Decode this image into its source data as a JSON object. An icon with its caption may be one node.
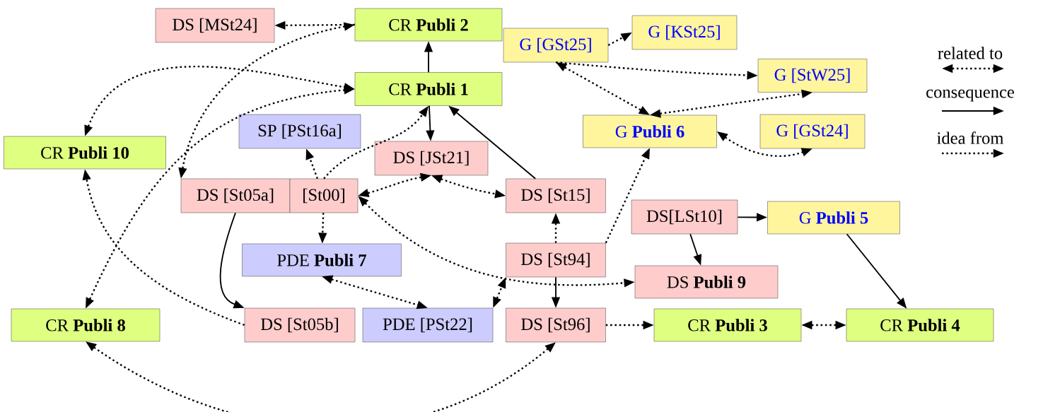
{
  "diagram": {
    "nodes": [
      {
        "text": [
          "DS [MSt24]"
        ]
      },
      {
        "text": [
          "CR **Publi 2**"
        ]
      },
      {
        "text": [
          "G [GSt25]"
        ]
      },
      {
        "text": [
          "G [KSt25]"
        ]
      },
      {
        "text": [
          "CR **Publi 1**"
        ]
      },
      {
        "text": [
          "G [StW25]"
        ]
      },
      {
        "text": [
          "CR **Publi 10**"
        ]
      },
      {
        "text": [
          "SP [PSt16a]"
        ]
      },
      {
        "text": [
          "G **Publi 6**"
        ]
      },
      {
        "text": [
          "G [GSt24]"
        ]
      },
      {
        "text": [
          "DS [JSt21]"
        ]
      },
      {
        "text": [
          "DS [St05a]"
        ]
      },
      {
        "text": [
          "[St00]"
        ]
      },
      {
        "text": [
          "DS [St15]"
        ]
      },
      {
        "text": [
          "DS[LSt10]"
        ]
      },
      {
        "text": [
          "G **Publi 5**"
        ]
      },
      {
        "text": [
          "PDE **Publi 7**"
        ]
      },
      {
        "text": [
          "DS [St94]"
        ]
      },
      {
        "text": [
          "DS **Publi 9**"
        ]
      },
      {
        "text": [
          "CR **Publi 8**"
        ]
      },
      {
        "text": [
          "DS [St05b]"
        ]
      },
      {
        "text": [
          "PDE [PSt22]"
        ]
      },
      {
        "text": [
          "DS [St96]"
        ]
      },
      {
        "text": [
          "CR **Publi 3**"
        ]
      },
      {
        "text": [
          "CR **Publi 4**"
        ]
      }
    ],
    "edges": [
      {
        "from": 1,
        "to": 0,
        "arrow": "to",
        "style": "dashed"
      },
      {
        "from": 11,
        "to": 1,
        "arrow": "both",
        "style": "dashed"
      },
      {
        "from": 4,
        "to": 1,
        "arrow": "to"
      },
      {
        "from": 4,
        "to": 10,
        "arrow": "to"
      },
      {
        "from": 13,
        "to": 4,
        "arrow": "to"
      },
      {
        "from": 6,
        "to": 4,
        "arrow": "both",
        "style": "dashed"
      },
      {
        "from": 19,
        "to": 4,
        "arrow": "both",
        "style": "dashed"
      },
      {
        "from": 12,
        "to": 4,
        "arrow": "to",
        "style": "dashed"
      },
      {
        "from": 12,
        "to": 7,
        "arrow": "to",
        "style": "dashed"
      },
      {
        "from": 12,
        "to": 16,
        "arrow": "to",
        "style": "dashed"
      },
      {
        "from": 12,
        "to": 10,
        "arrow": "both",
        "style": "dashed"
      },
      {
        "from": 10,
        "to": 13,
        "arrow": "both",
        "style": "dashed"
      },
      {
        "from": 12,
        "to": 18,
        "arrow": "both",
        "style": "dashed"
      },
      {
        "from": 20,
        "to": 6,
        "arrow": "to",
        "style": "dashed"
      },
      {
        "from": 11,
        "to": 20,
        "arrow": "to"
      },
      {
        "from": 16,
        "to": 21,
        "arrow": "both",
        "style": "dashed"
      },
      {
        "from": 21,
        "to": 17,
        "arrow": "both",
        "style": "dashed"
      },
      {
        "from": 17,
        "to": 13,
        "arrow": "to",
        "style": "dashed"
      },
      {
        "from": 17,
        "to": 22,
        "arrow": "to"
      },
      {
        "from": 17,
        "to": 8,
        "arrow": "to",
        "style": "dashed"
      },
      {
        "from": 22,
        "to": 23,
        "arrow": "to",
        "style": "dashed"
      },
      {
        "from": 23,
        "to": 24,
        "arrow": "both",
        "style": "dashed"
      },
      {
        "from": 19,
        "to": 22,
        "arrow": "both",
        "style": "dashed"
      },
      {
        "from": 14,
        "to": 15,
        "arrow": "to"
      },
      {
        "from": 14,
        "to": 18,
        "arrow": "to"
      },
      {
        "from": 15,
        "to": 24,
        "arrow": "to"
      },
      {
        "from": 2,
        "to": 3,
        "arrow": "to",
        "style": "dashed"
      },
      {
        "from": 2,
        "to": 5,
        "arrow": "to",
        "style": "dashed"
      },
      {
        "from": 2,
        "to": 8,
        "arrow": "both",
        "style": "dashed"
      },
      {
        "from": 8,
        "to": 5,
        "arrow": "both",
        "style": "dashed"
      },
      {
        "from": 8,
        "to": 9,
        "arrow": "both",
        "style": "dashed"
      }
    ],
    "legend": [
      {
        "text": "related to"
      },
      {
        "text": "consequence"
      },
      {
        "text": "idea from"
      }
    ]
  }
}
